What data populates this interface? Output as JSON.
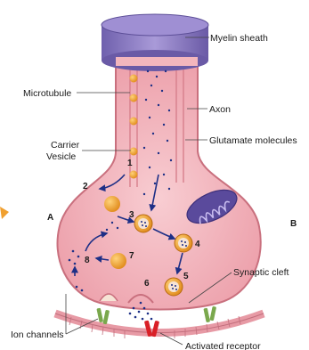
{
  "labels": {
    "myelin_sheath": "Myelin sheath",
    "microtubule": "Microtubule",
    "axon": "Axon",
    "carrier_vesicle_line1": "Carrier",
    "carrier_vesicle_line2": "Vesicle",
    "glutamate_molecules": "Glutamate molecules",
    "synaptic_cleft": "Synaptic cleft",
    "ion_channels": "Ion channels",
    "activated_receptor": "Activated receptor"
  },
  "panels": {
    "left": "A",
    "right": "B"
  },
  "steps": [
    "1",
    "2",
    "3",
    "4",
    "5",
    "6",
    "7",
    "8"
  ],
  "colors": {
    "myelin": "#8b7bc4",
    "terminal": "#f3b6bd",
    "terminal_edge": "#d47a86",
    "vesicle": "#f1a638",
    "glutamate": "#1d2f86",
    "ion_channel": "#7aa84d",
    "activated_receptor": "#d92027",
    "membrane": "#e79aa5"
  }
}
